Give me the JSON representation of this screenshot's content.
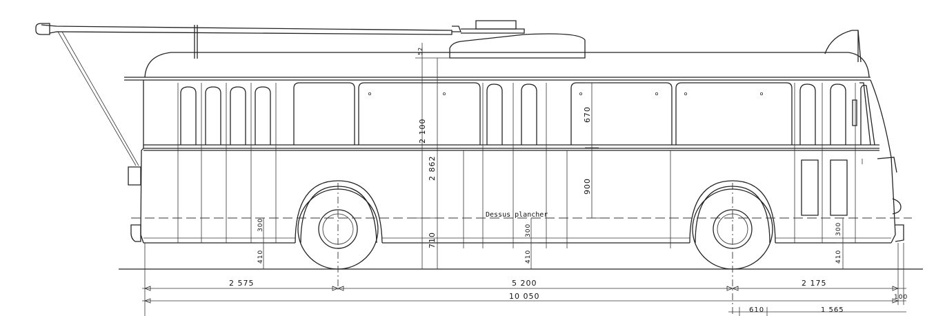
{
  "labels": {
    "floor": "Dessus   plancher"
  },
  "dimensions": {
    "wheelbase_front_overhang": "2 575",
    "wheelbase": "5 200",
    "rear_overhang": "2 175",
    "overall_length": "10 050",
    "bumper": "100",
    "sub_a": "610",
    "sub_b": "1 565",
    "roof_height": "2 100",
    "total_height": "2 862",
    "floor_height": "710",
    "window_height": "670",
    "belt_height": "900",
    "step_front": "300",
    "step_mid": "300",
    "step_rear": "300",
    "ground_front": "410",
    "ground_mid": "410",
    "ground_rear": "410",
    "roof_trim": "52"
  }
}
